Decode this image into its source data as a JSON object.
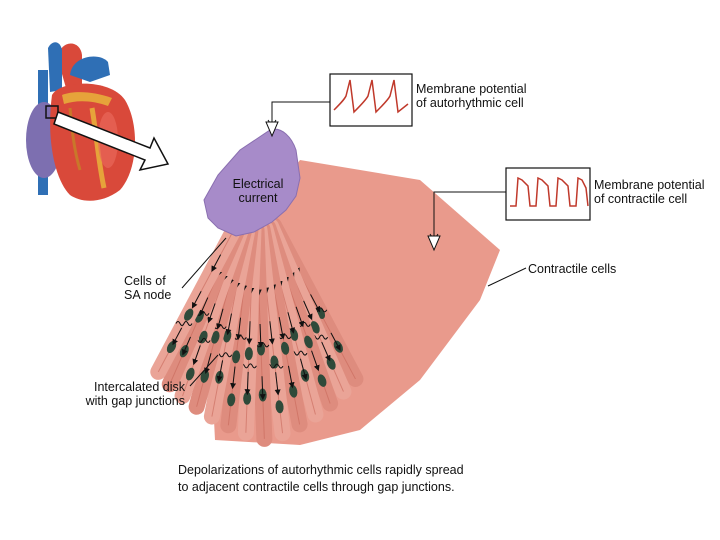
{
  "labels": {
    "membrane_autorhythmic": [
      "Membrane potential",
      "of autorhythmic cell"
    ],
    "membrane_contractile": [
      "Membrane potential",
      "of contractile cell"
    ],
    "electrical_current": [
      "Electrical",
      "current"
    ],
    "contractile_cells": "Contractile cells",
    "sa_node": [
      "Cells of",
      "SA node"
    ],
    "intercalated_disk": [
      "Intercalated disk",
      "with gap junctions"
    ]
  },
  "caption": [
    "Depolarizations of autorhythmic cells rapidly spread",
    "to adjacent contractile cells through gap junctions."
  ],
  "colors": {
    "muscle": "#e99a8c",
    "muscle_dark": "#c8685a",
    "sa_node": "#a78bc9",
    "nucleus": "#2f4a3a",
    "trace": "#c0392b",
    "heart": "#d9493a",
    "aorta": "#2f6fb5"
  }
}
